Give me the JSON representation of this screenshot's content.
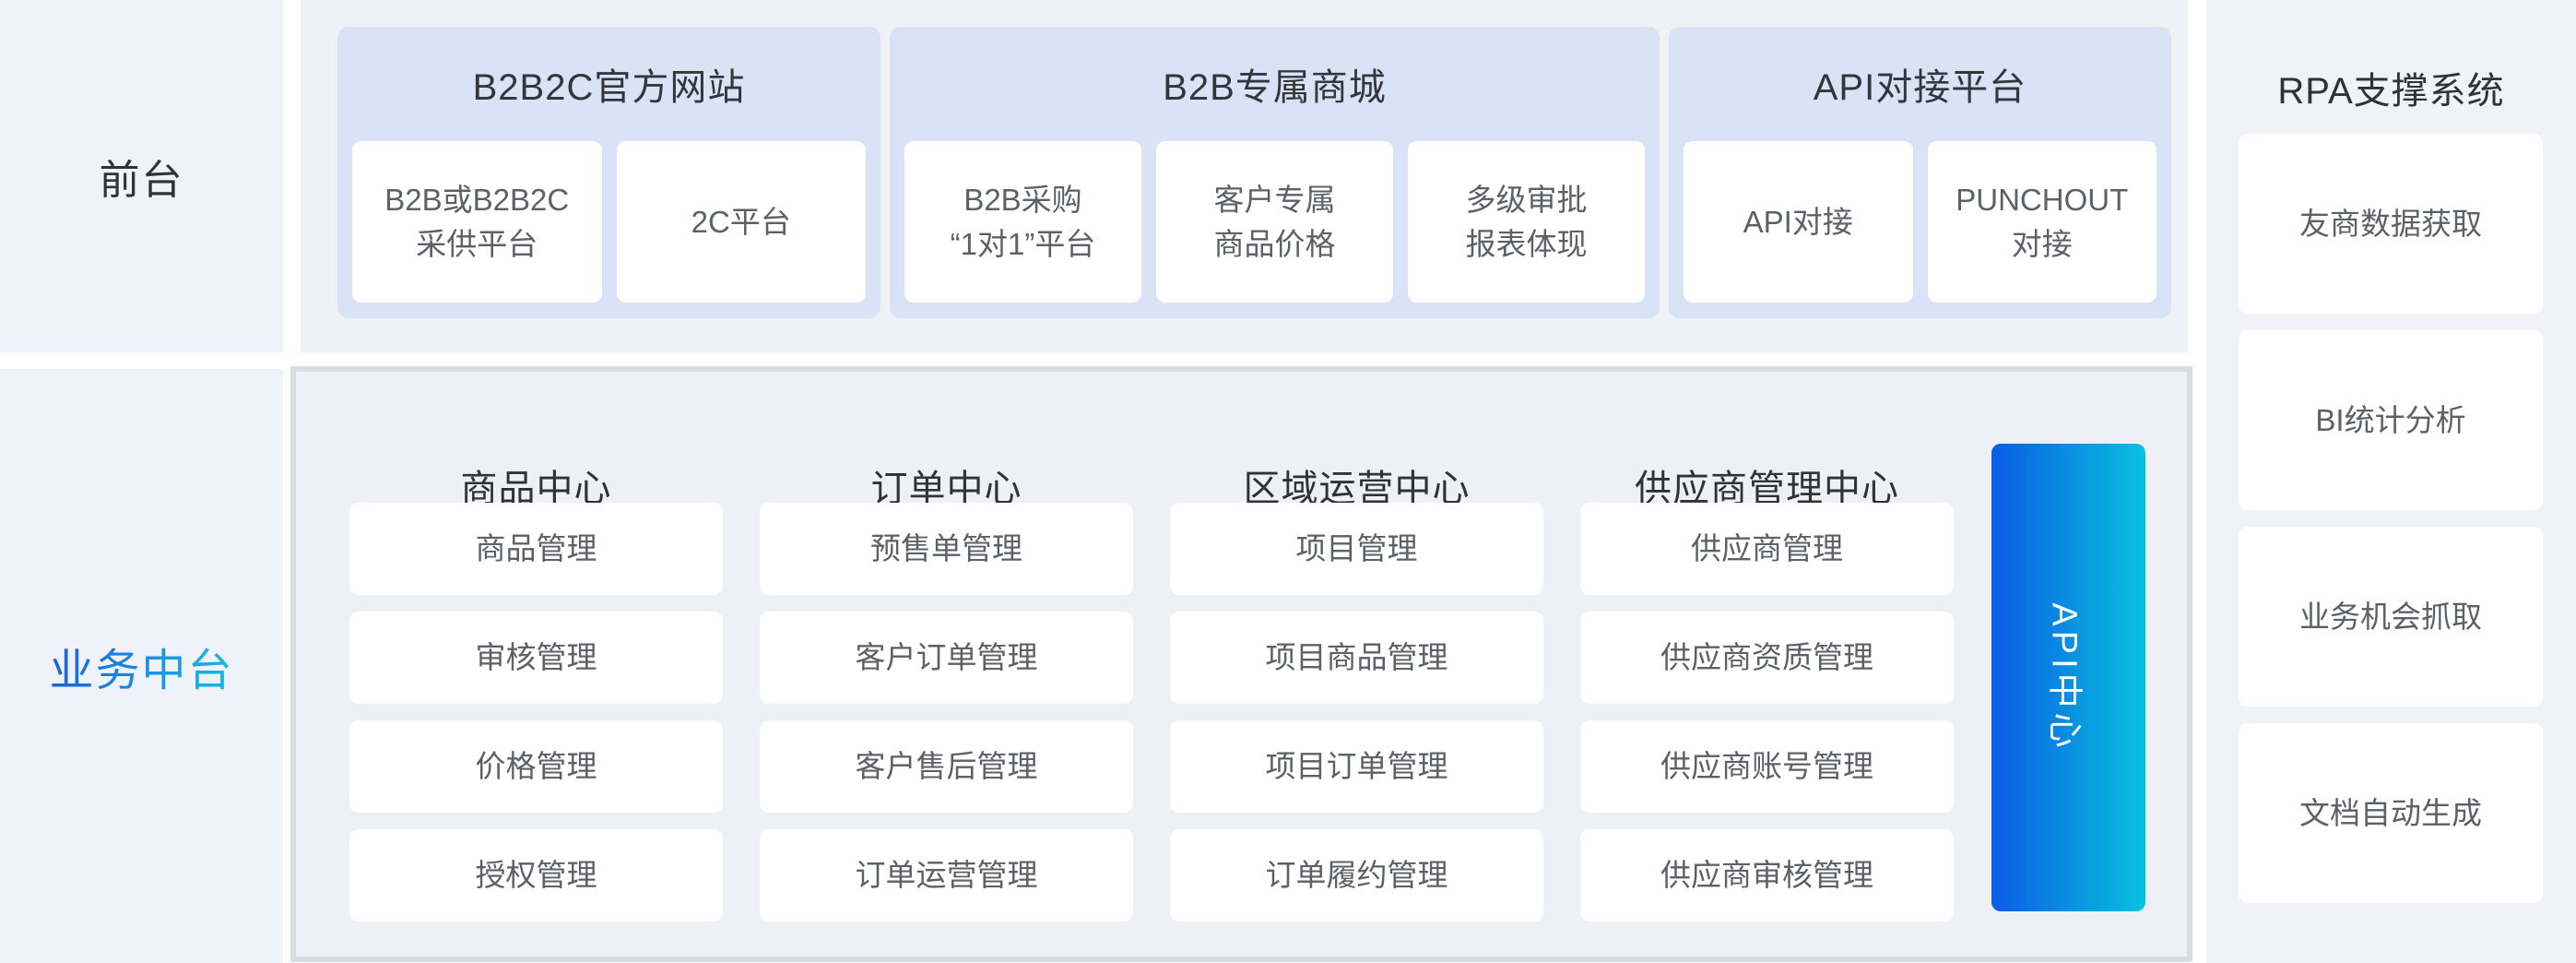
{
  "colors": {
    "accent_bar_top": "#0a8ce9",
    "accent_bar_bottom": "#0766dc",
    "group_background": "#d9e3f5",
    "panel_background": "#eff2f8",
    "section_border": "#d9dce0",
    "gradient_label_start": "#1e5fd9",
    "gradient_label_end": "#16bbe4",
    "api_bar_gradient_start": "#0b5ce5",
    "api_bar_gradient_end": "#07c2de",
    "title_text": "#2e3338",
    "card_text": "#5d6165"
  },
  "left_rail": {
    "sections": [
      {
        "label": "前台"
      },
      {
        "label": "业务中台"
      }
    ]
  },
  "top_row": {
    "groups": [
      {
        "title": "B2B2C官方网站",
        "items": [
          {
            "lines": [
              "B2B或B2B2C",
              "采供平台"
            ]
          },
          {
            "lines": [
              "2C平台"
            ]
          }
        ]
      },
      {
        "title": "B2B专属商城",
        "items": [
          {
            "lines": [
              "B2B采购",
              "“1对1”平台"
            ]
          },
          {
            "lines": [
              "客户专属",
              "商品价格"
            ]
          },
          {
            "lines": [
              "多级审批",
              "报表体现"
            ]
          }
        ]
      },
      {
        "title": "API对接平台",
        "items": [
          {
            "lines": [
              "API对接"
            ]
          },
          {
            "lines": [
              "PUNCHOUT",
              "对接"
            ]
          }
        ]
      }
    ]
  },
  "middle_section": {
    "columns": [
      {
        "title": "商品中心",
        "items": [
          "商品管理",
          "审核管理",
          "价格管理",
          "授权管理"
        ]
      },
      {
        "title": "订单中心",
        "items": [
          "预售单管理",
          "客户订单管理",
          "客户售后管理",
          "订单运营管理"
        ]
      },
      {
        "title": "区域运营中心",
        "items": [
          "项目管理",
          "项目商品管理",
          "项目订单管理",
          "订单履约管理"
        ]
      },
      {
        "title": "供应商管理中心",
        "items": [
          "供应商管理",
          "供应商资质管理",
          "供应商账号管理",
          "供应商审核管理"
        ]
      }
    ],
    "api_bar": {
      "label": "API中心"
    }
  },
  "right_rail": {
    "title": "RPA支撑系统",
    "items": [
      "友商数据获取",
      "BI统计分析",
      "业务机会抓取",
      "文档自动生成"
    ]
  }
}
